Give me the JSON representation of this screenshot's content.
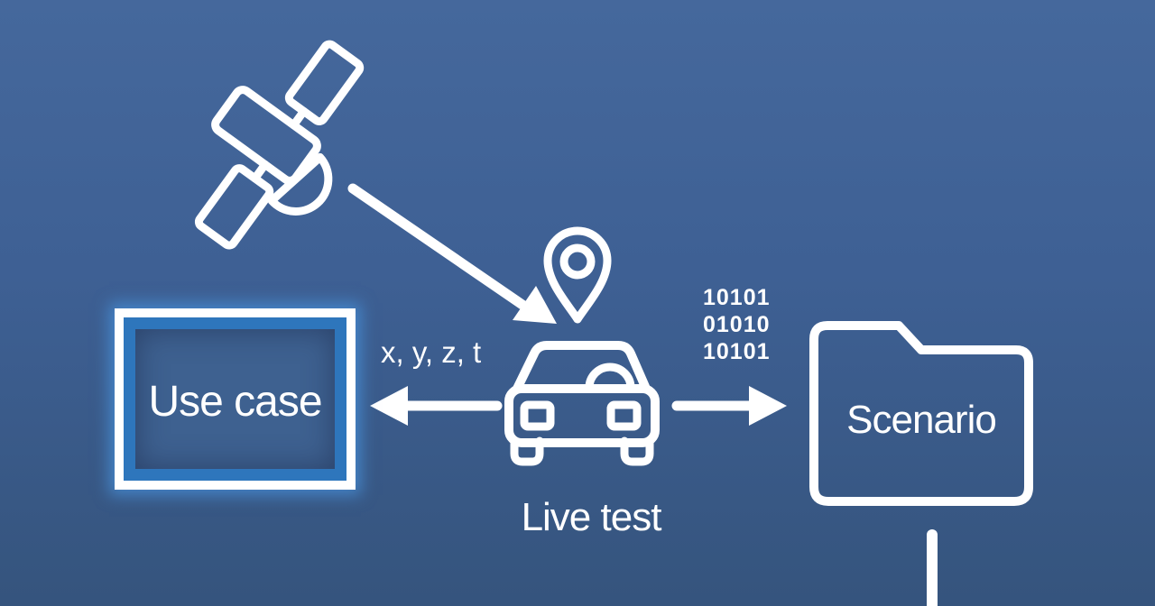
{
  "slide": {
    "background_top": "#45689C",
    "background_bottom": "#35547D",
    "line_color": "#FFFFFF",
    "highlight_color": "#2E76BC"
  },
  "nodes": {
    "use_case": {
      "label": "Use case"
    },
    "live_test": {
      "label": "Live test"
    },
    "scenario": {
      "label": "Scenario"
    }
  },
  "annotations": {
    "coordinates": "x, y, z, t",
    "binary": {
      "lines": [
        "10101",
        "01010",
        "10101"
      ]
    }
  },
  "icons": {
    "satellite": "satellite-icon",
    "location_pin": "location-pin-icon",
    "car": "car-icon",
    "folder": "folder-icon",
    "connectors": [
      "satellite-signal-arrow",
      "car-to-usecase-arrow",
      "car-to-scenario-arrow",
      "scenario-connector-line"
    ]
  }
}
